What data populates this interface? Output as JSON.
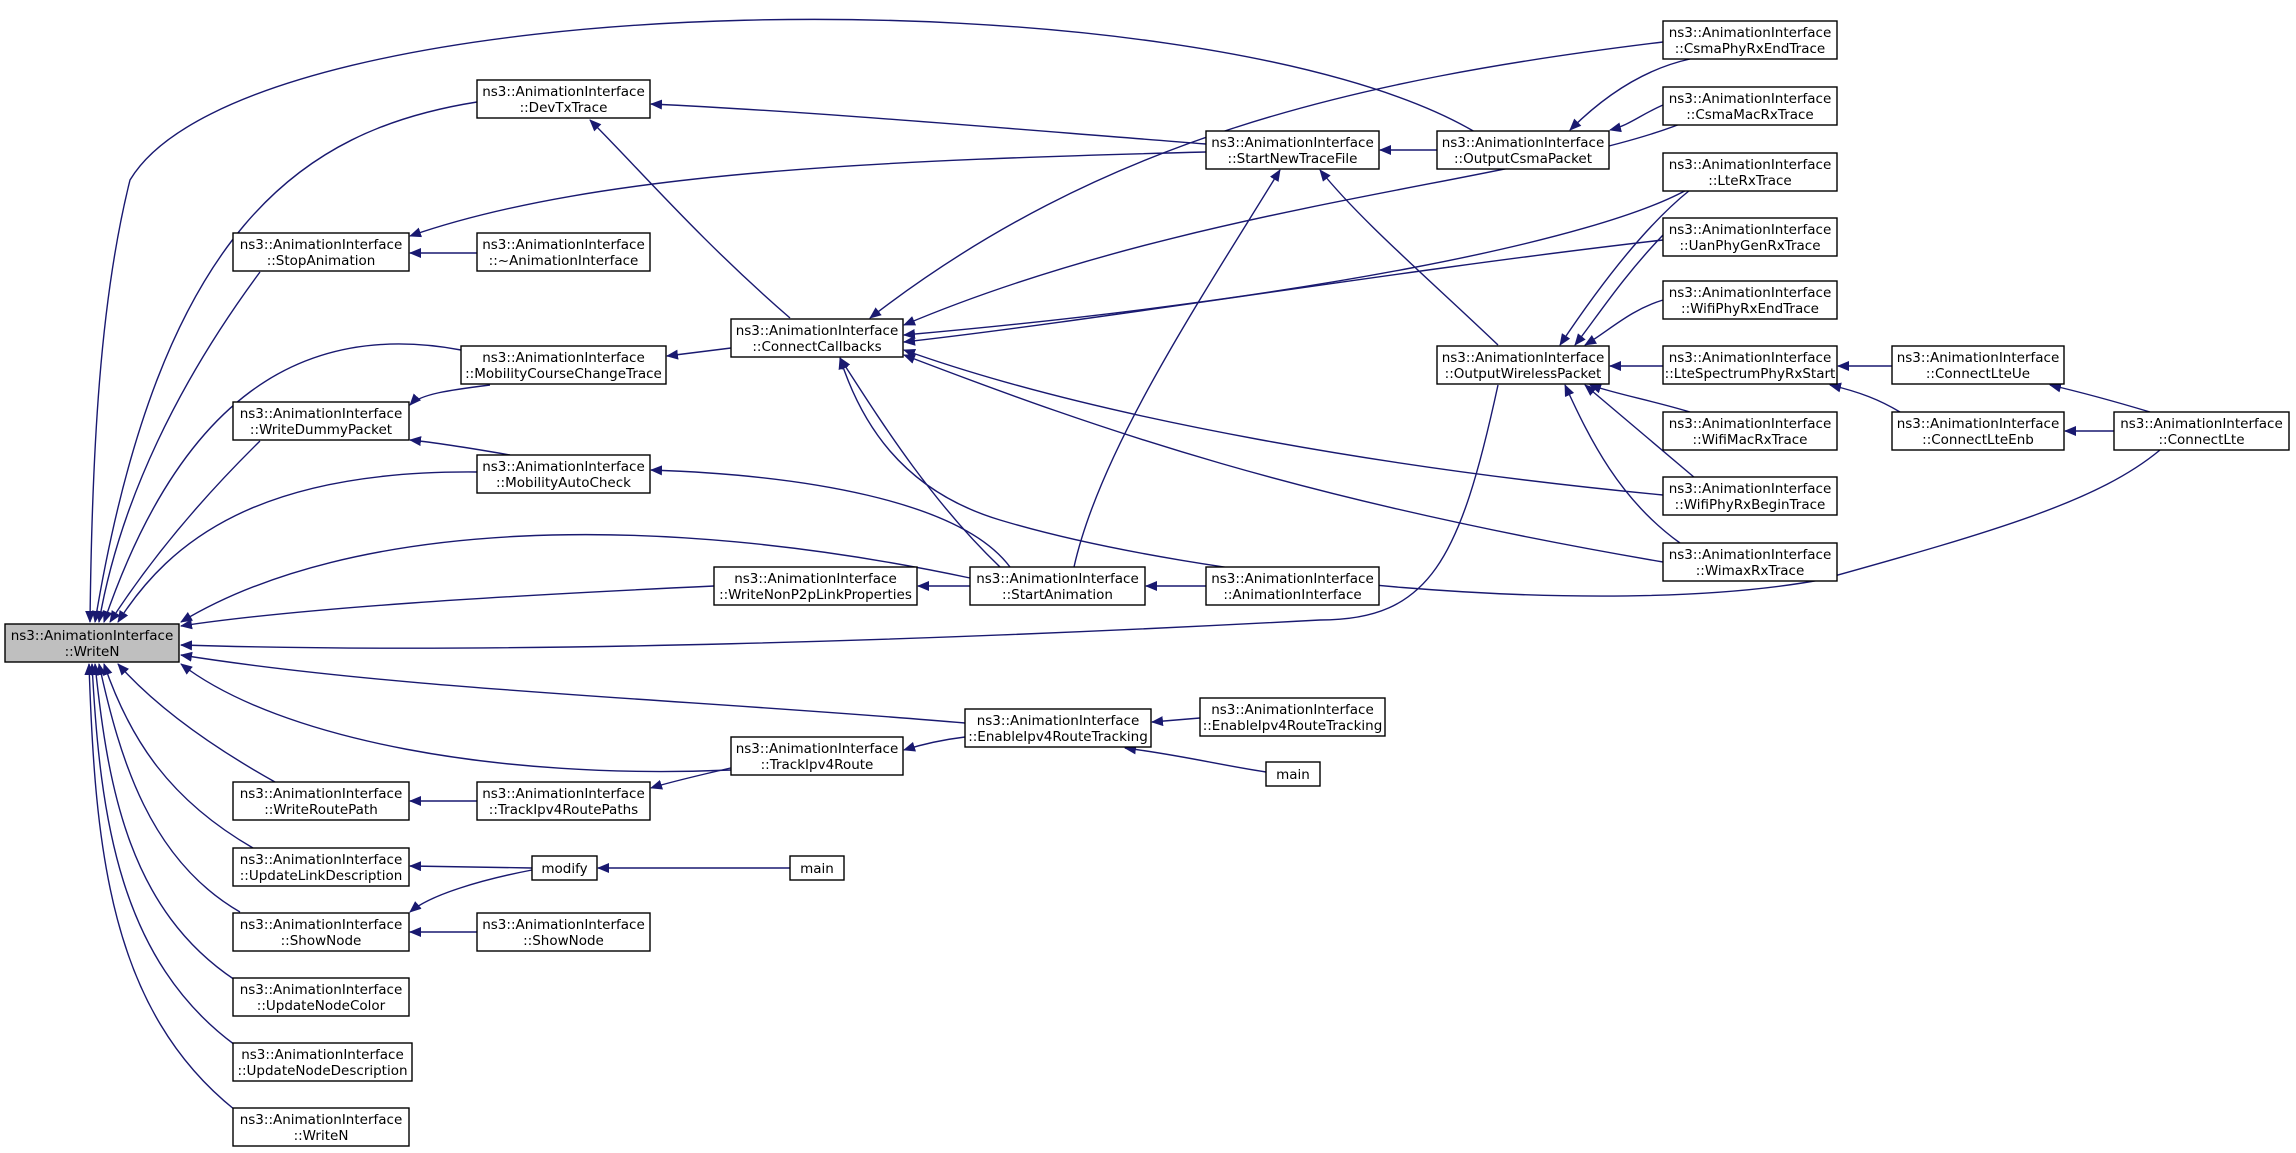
{
  "graph": {
    "edge_color": "#191970",
    "focus_fill": "#bfbfbf",
    "node_border": "#000000",
    "nodes": [
      {
        "id": "writeN",
        "line1": "ns3::AnimationInterface",
        "line2": "::WriteN",
        "focus": true
      },
      {
        "id": "devTx",
        "line1": "ns3::AnimationInterface",
        "line2": "::DevTxTrace"
      },
      {
        "id": "stopAnim",
        "line1": "ns3::AnimationInterface",
        "line2": "::StopAnimation"
      },
      {
        "id": "dtor",
        "line1": "ns3::AnimationInterface",
        "line2": "::~AnimationInterface"
      },
      {
        "id": "mobCourse",
        "line1": "ns3::AnimationInterface",
        "line2": "::MobilityCourseChangeTrace"
      },
      {
        "id": "writeDummy",
        "line1": "ns3::AnimationInterface",
        "line2": "::WriteDummyPacket"
      },
      {
        "id": "mobAuto",
        "line1": "ns3::AnimationInterface",
        "line2": "::MobilityAutoCheck"
      },
      {
        "id": "writeNonP2p",
        "line1": "ns3::AnimationInterface",
        "line2": "::WriteNonP2pLinkProperties"
      },
      {
        "id": "writeRoute",
        "line1": "ns3::AnimationInterface",
        "line2": "::WriteRoutePath"
      },
      {
        "id": "updLink",
        "line1": "ns3::AnimationInterface",
        "line2": "::UpdateLinkDescription"
      },
      {
        "id": "showNode1",
        "line1": "ns3::AnimationInterface",
        "line2": "::ShowNode"
      },
      {
        "id": "updColor",
        "line1": "ns3::AnimationInterface",
        "line2": "::UpdateNodeColor"
      },
      {
        "id": "updNodeDesc",
        "line1": "ns3::AnimationInterface",
        "line2": "::UpdateNodeDescription"
      },
      {
        "id": "writeN2",
        "line1": "ns3::AnimationInterface",
        "line2": "::WriteN"
      },
      {
        "id": "trackRoutePaths",
        "line1": "ns3::AnimationInterface",
        "line2": "::TrackIpv4RoutePaths"
      },
      {
        "id": "modify",
        "line1": "modify",
        "line2": ""
      },
      {
        "id": "showNode2",
        "line1": "ns3::AnimationInterface",
        "line2": "::ShowNode"
      },
      {
        "id": "connectCb",
        "line1": "ns3::AnimationInterface",
        "line2": "::ConnectCallbacks"
      },
      {
        "id": "trackRoute",
        "line1": "ns3::AnimationInterface",
        "line2": "::TrackIpv4Route"
      },
      {
        "id": "mainModify",
        "line1": "main",
        "line2": ""
      },
      {
        "id": "startNewTrace",
        "line1": "ns3::AnimationInterface",
        "line2": "::StartNewTraceFile"
      },
      {
        "id": "startAnim",
        "line1": "ns3::AnimationInterface",
        "line2": "::StartAnimation"
      },
      {
        "id": "enableRoute",
        "line1": "ns3::AnimationInterface",
        "line2": "::EnableIpv4RouteTracking"
      },
      {
        "id": "ctor",
        "line1": "ns3::AnimationInterface",
        "line2": "::AnimationInterface"
      },
      {
        "id": "enableRoute2",
        "line1": "ns3::AnimationInterface",
        "line2": "::EnableIpv4RouteTracking"
      },
      {
        "id": "mainRoute",
        "line1": "main",
        "line2": ""
      },
      {
        "id": "outCsma",
        "line1": "ns3::AnimationInterface",
        "line2": "::OutputCsmaPacket"
      },
      {
        "id": "outWireless",
        "line1": "ns3::AnimationInterface",
        "line2": "::OutputWirelessPacket"
      },
      {
        "id": "csmaPhyRxEnd",
        "line1": "ns3::AnimationInterface",
        "line2": "::CsmaPhyRxEndTrace"
      },
      {
        "id": "csmaMacRx",
        "line1": "ns3::AnimationInterface",
        "line2": "::CsmaMacRxTrace"
      },
      {
        "id": "lteRx",
        "line1": "ns3::AnimationInterface",
        "line2": "::LteRxTrace"
      },
      {
        "id": "uanPhyGenRx",
        "line1": "ns3::AnimationInterface",
        "line2": "::UanPhyGenRxTrace"
      },
      {
        "id": "wifiPhyRxEnd",
        "line1": "ns3::AnimationInterface",
        "line2": "::WifiPhyRxEndTrace"
      },
      {
        "id": "lteSpectrum",
        "line1": "ns3::AnimationInterface",
        "line2": "::LteSpectrumPhyRxStart"
      },
      {
        "id": "wifiMacRx",
        "line1": "ns3::AnimationInterface",
        "line2": "::WifiMacRxTrace"
      },
      {
        "id": "wifiPhyRxBegin",
        "line1": "ns3::AnimationInterface",
        "line2": "::WifiPhyRxBeginTrace"
      },
      {
        "id": "wimaxRx",
        "line1": "ns3::AnimationInterface",
        "line2": "::WimaxRxTrace"
      },
      {
        "id": "connectLteUe",
        "line1": "ns3::AnimationInterface",
        "line2": "::ConnectLteUe"
      },
      {
        "id": "connectLteEnb",
        "line1": "ns3::AnimationInterface",
        "line2": "::ConnectLteEnb"
      },
      {
        "id": "connectLte",
        "line1": "ns3::AnimationInterface",
        "line2": "::ConnectLte"
      }
    ],
    "edges": [
      [
        "devTx",
        "writeN"
      ],
      [
        "stopAnim",
        "writeN"
      ],
      [
        "writeDummy",
        "writeN"
      ],
      [
        "mobCourse",
        "writeN"
      ],
      [
        "mobAuto",
        "writeN"
      ],
      [
        "writeNonP2p",
        "writeN"
      ],
      [
        "writeRoute",
        "writeN"
      ],
      [
        "updLink",
        "writeN"
      ],
      [
        "showNode1",
        "writeN"
      ],
      [
        "updColor",
        "writeN"
      ],
      [
        "updNodeDesc",
        "writeN"
      ],
      [
        "writeN2",
        "writeN"
      ],
      [
        "trackRoute",
        "writeN"
      ],
      [
        "enableRoute",
        "writeN"
      ],
      [
        "startAnim",
        "writeN"
      ],
      [
        "outCsma",
        "writeN"
      ],
      [
        "outWireless",
        "writeN"
      ],
      [
        "startNewTrace",
        "devTx"
      ],
      [
        "connectCb",
        "devTx"
      ],
      [
        "dtor",
        "stopAnim"
      ],
      [
        "startNewTrace",
        "stopAnim"
      ],
      [
        "connectCb",
        "mobCourse"
      ],
      [
        "mobCourse",
        "writeDummy"
      ],
      [
        "mobAuto",
        "writeDummy"
      ],
      [
        "startAnim",
        "mobAuto"
      ],
      [
        "startAnim",
        "writeNonP2p"
      ],
      [
        "trackRoutePaths",
        "writeRoute"
      ],
      [
        "trackRoute",
        "trackRoutePaths"
      ],
      [
        "modify",
        "updLink"
      ],
      [
        "modify",
        "showNode1"
      ],
      [
        "showNode2",
        "showNode1"
      ],
      [
        "mainModify",
        "modify"
      ],
      [
        "startAnim",
        "connectCb"
      ],
      [
        "csmaPhyRxEnd",
        "connectCb"
      ],
      [
        "csmaMacRx",
        "connectCb"
      ],
      [
        "lteRx",
        "connectCb"
      ],
      [
        "uanPhyGenRx",
        "connectCb"
      ],
      [
        "wifiPhyRxBegin",
        "connectCb"
      ],
      [
        "wimaxRx",
        "connectCb"
      ],
      [
        "connectLte",
        "connectCb"
      ],
      [
        "startAnim",
        "startNewTrace"
      ],
      [
        "outCsma",
        "startNewTrace"
      ],
      [
        "outWireless",
        "startNewTrace"
      ],
      [
        "ctor",
        "startAnim"
      ],
      [
        "enableRoute",
        "trackRoute"
      ],
      [
        "enableRoute2",
        "enableRoute"
      ],
      [
        "mainRoute",
        "enableRoute"
      ],
      [
        "csmaPhyRxEnd",
        "outCsma"
      ],
      [
        "csmaMacRx",
        "outCsma"
      ],
      [
        "lteRx",
        "outWireless"
      ],
      [
        "uanPhyGenRx",
        "outWireless"
      ],
      [
        "wifiPhyRxEnd",
        "outWireless"
      ],
      [
        "lteSpectrum",
        "outWireless"
      ],
      [
        "wifiMacRx",
        "outWireless"
      ],
      [
        "wifiPhyRxBegin",
        "outWireless"
      ],
      [
        "wimaxRx",
        "outWireless"
      ],
      [
        "connectLteUe",
        "lteSpectrum"
      ],
      [
        "connectLteEnb",
        "lteSpectrum"
      ],
      [
        "connectLte",
        "connectLteUe"
      ],
      [
        "connectLte",
        "connectLteEnb"
      ]
    ]
  }
}
